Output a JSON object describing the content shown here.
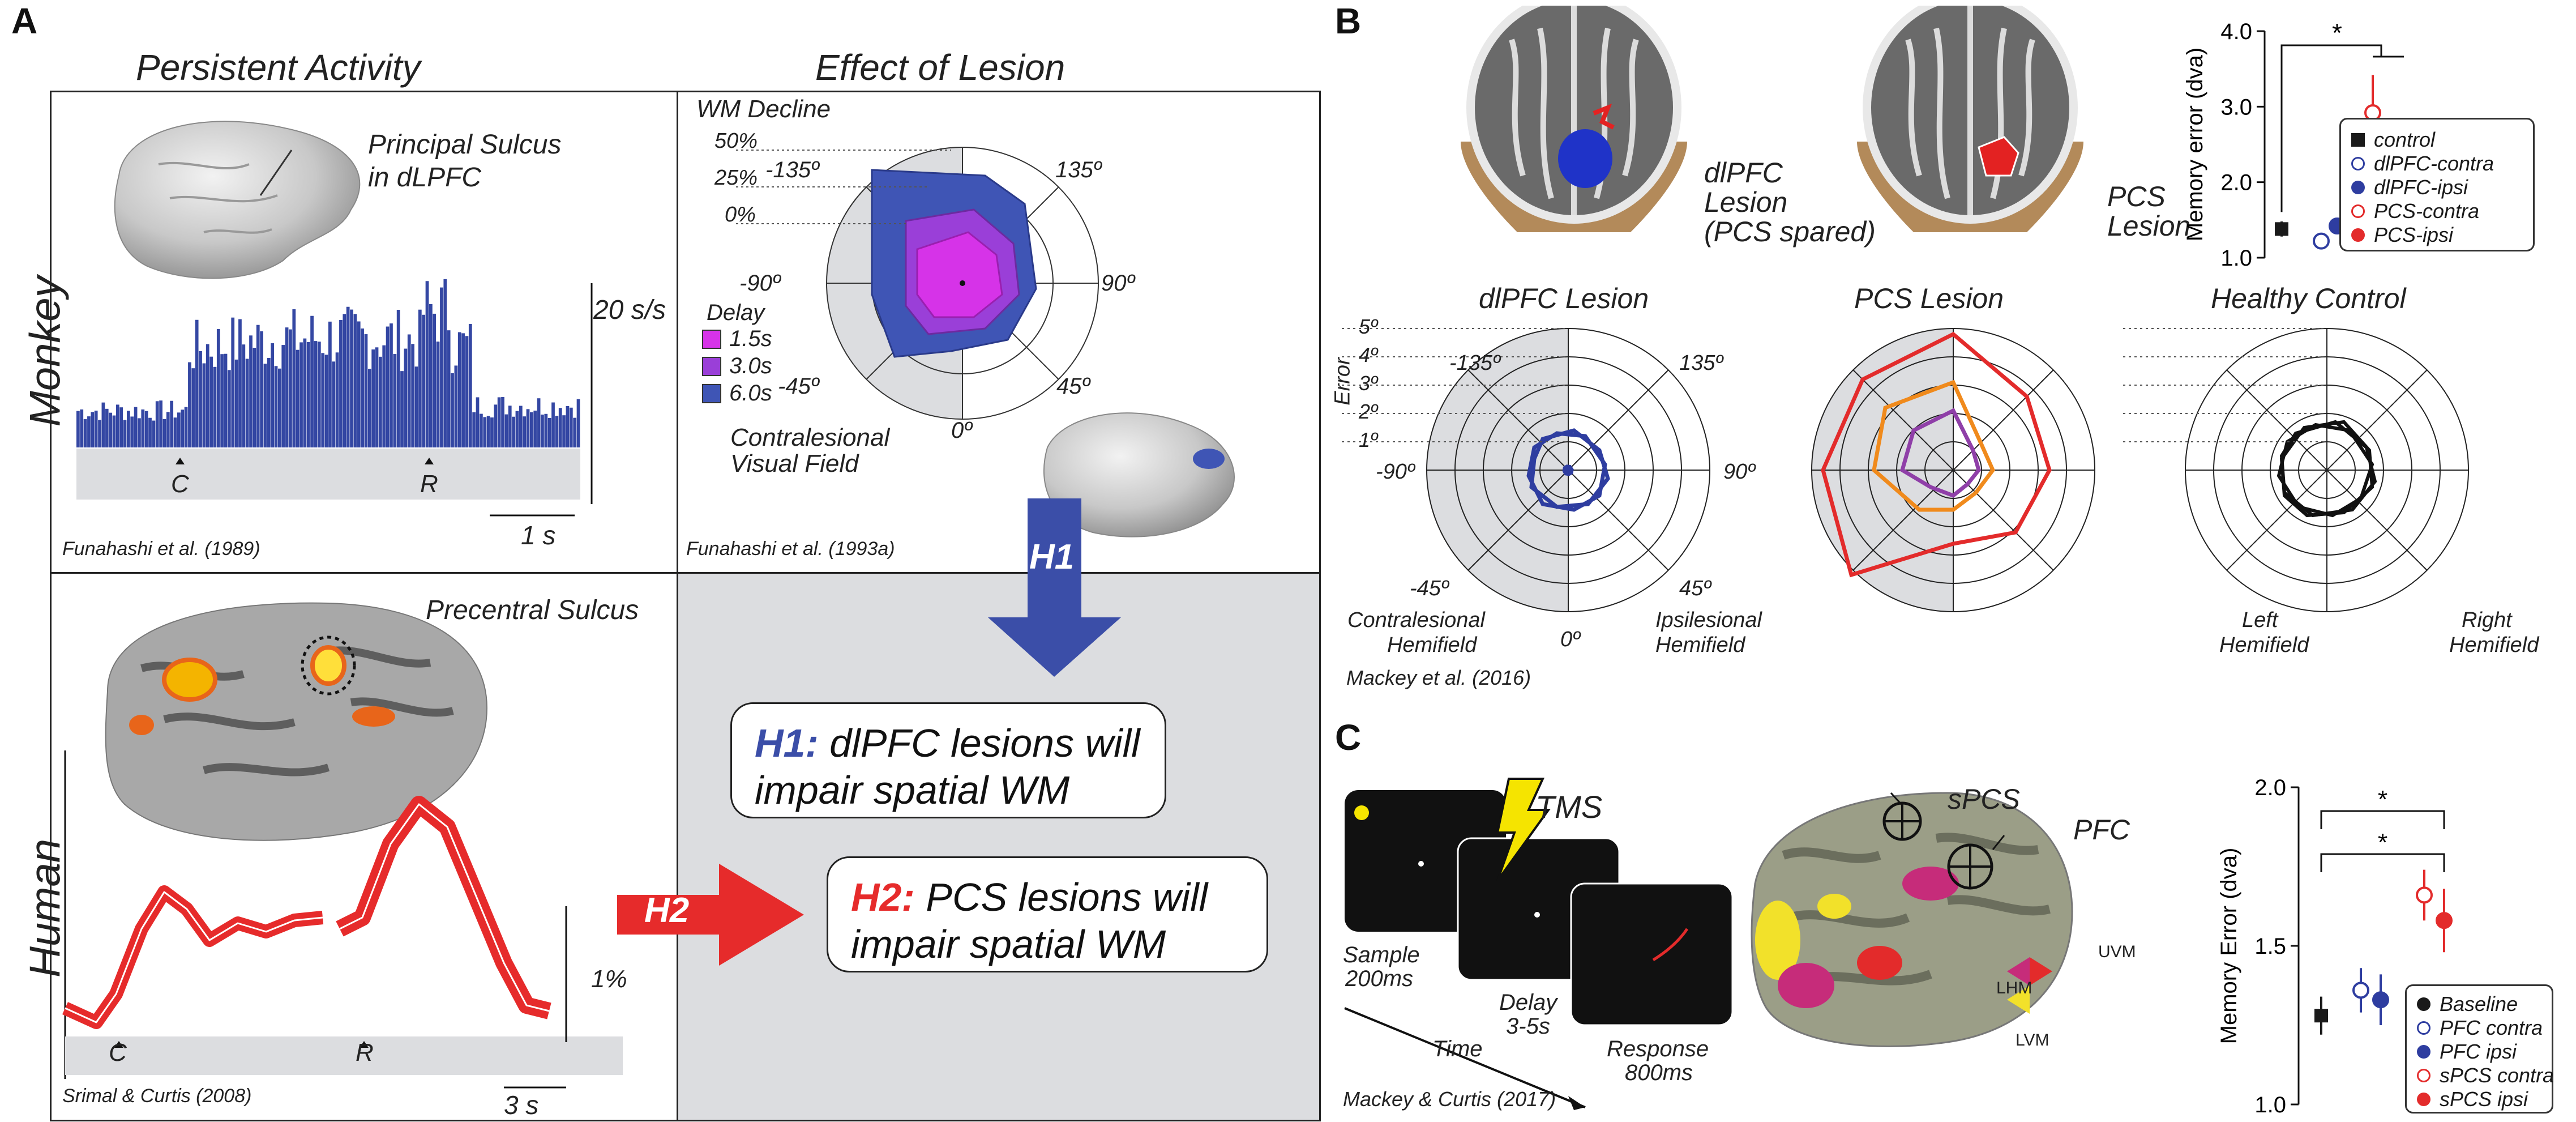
{
  "panel_labels": {
    "a": "A",
    "b": "B",
    "c": "C"
  },
  "panel_a": {
    "col_titles": {
      "persistent": "Persistent Activity",
      "lesion": "Effect of Lesion"
    },
    "row_titles": {
      "monkey": "Monkey",
      "human": "Human"
    },
    "monkey_hist": {
      "region_label_1": "Principal Sulcus",
      "region_label_2": "in dLPFC",
      "scale_label": "20 s/s",
      "marker_c": "C",
      "marker_r": "R",
      "time_scale": "1 s",
      "citation": "Funahashi et al. (1989)"
    },
    "monkey_polar": {
      "decline_title": "WM Decline",
      "pct_labels": [
        "50%",
        "25%",
        "0%"
      ],
      "angle_labels": {
        "a_neg135": "-135º",
        "a_135": "135º",
        "a_neg90": "-90º",
        "a_90": "90º",
        "a_neg45": "-45º",
        "a_45": "45º",
        "a_0": "0º"
      },
      "delay_title": "Delay",
      "delays": [
        {
          "label": "1.5s",
          "color": "#d633e8"
        },
        {
          "label": "3.0s",
          "color": "#9a3fd8"
        },
        {
          "label": "6.0s",
          "color": "#3f55b5"
        }
      ],
      "field_label_1": "Contralesional",
      "field_label_2": "Visual Field",
      "citation": "Funahashi et al. (1993a)"
    },
    "human_trace": {
      "region_label": "Precentral Sulcus",
      "scale_label": "1%",
      "marker_c": "C",
      "marker_r": "R",
      "time_scale": "3 s",
      "citation": "Srimal & Curtis (2008)"
    },
    "hypotheses": {
      "h1_arrow": "H1",
      "h2_arrow": "H2",
      "h1_tag": "H1:",
      "h1_text_1": "dlPFC lesions will",
      "h1_text_2": "impair spatial WM",
      "h2_tag": "H2:",
      "h2_text_1": "PCS lesions will",
      "h2_text_2": "impair spatial WM"
    }
  },
  "panel_b": {
    "brain_labels": {
      "dlpfc_1": "dlPFC",
      "dlpfc_2": "Lesion",
      "dlpfc_3": "(PCS spared)",
      "pcs_1": "PCS",
      "pcs_2": "Lesion"
    },
    "polar_titles": [
      "dlPFC Lesion",
      "PCS Lesion",
      "Healthy Control"
    ],
    "error_axis": {
      "title": "Error",
      "ticks": [
        "5º",
        "4º",
        "3º",
        "2º",
        "1º"
      ]
    },
    "angle_labels": {
      "a_neg135": "-135º",
      "a_135": "135º",
      "a_neg90": "-90º",
      "a_90": "90º",
      "a_neg45": "-45º",
      "a_45": "45º",
      "a_0": "0º"
    },
    "hemifield_labels": {
      "contra_1": "Contralesional",
      "contra_2": "Hemifield",
      "ipsi_1": "Ipsilesional",
      "ipsi_2": "Hemifield",
      "left_1": "Left",
      "left_2": "Hemifield",
      "right_1": "Right",
      "right_2": "Hemifield"
    },
    "citation": "Mackey et al. (2016)",
    "legend": [
      {
        "label": "control",
        "marker": "square",
        "color": "#1a1a1a",
        "filled": true
      },
      {
        "label": "dlPFC-contra",
        "marker": "circle",
        "color": "#2e3da0",
        "filled": false
      },
      {
        "label": "dlPFC-ipsi",
        "marker": "circle",
        "color": "#2e3da0",
        "filled": true
      },
      {
        "label": "PCS-contra",
        "marker": "circle",
        "color": "#e32b2b",
        "filled": false
      },
      {
        "label": "PCS-ipsi",
        "marker": "circle",
        "color": "#e32b2b",
        "filled": true
      }
    ],
    "significance": "*"
  },
  "panel_c": {
    "task_labels": {
      "tms": "TMS",
      "sample_1": "Sample",
      "sample_2": "200ms",
      "delay_1": "Delay",
      "delay_2": "3-5s",
      "response_1": "Response",
      "response_2": "800ms",
      "time": "Time"
    },
    "brain_labels": {
      "spcs": "sPCS",
      "pfc": "PFC",
      "uvm": "UVM",
      "lhm": "LHM",
      "lvm": "LVM"
    },
    "citation": "Mackey & Curtis (2017)",
    "legend": [
      {
        "label": "Baseline",
        "marker": "circle",
        "color": "#1a1a1a",
        "filled": true
      },
      {
        "label": "PFC contra",
        "marker": "circle",
        "color": "#2e3da0",
        "filled": false
      },
      {
        "label": "PFC ipsi",
        "marker": "circle",
        "color": "#2e3da0",
        "filled": true
      },
      {
        "label": "sPCS contra",
        "marker": "circle",
        "color": "#e32b2b",
        "filled": false
      },
      {
        "label": "sPCS ipsi",
        "marker": "circle",
        "color": "#e32b2b",
        "filled": true
      }
    ],
    "significance": [
      "*",
      "*"
    ]
  },
  "chart_data": [
    {
      "type": "scatter",
      "title": "",
      "ylabel": "Memory error (dva)",
      "ylim": [
        1.0,
        4.0
      ],
      "yticks": [
        "1.0",
        "2.0",
        "3.0",
        "4.0"
      ],
      "series": [
        {
          "name": "control",
          "x": [
            1
          ],
          "y": [
            1.38
          ],
          "err": [
            0.1
          ],
          "color": "#1a1a1a",
          "marker": "square",
          "filled": true
        },
        {
          "name": "dlPFC-contra",
          "x": [
            2
          ],
          "y": [
            1.22
          ],
          "err": [
            0.08
          ],
          "color": "#2e3da0",
          "marker": "circle",
          "filled": false
        },
        {
          "name": "dlPFC-ipsi",
          "x": [
            2.4
          ],
          "y": [
            1.42
          ],
          "err": [
            0.08
          ],
          "color": "#2e3da0",
          "marker": "circle",
          "filled": true
        },
        {
          "name": "PCS-contra",
          "x": [
            3.3
          ],
          "y": [
            2.92
          ],
          "err": [
            0.5
          ],
          "color": "#e32b2b",
          "marker": "circle",
          "filled": false
        },
        {
          "name": "PCS-ipsi",
          "x": [
            3.8
          ],
          "y": [
            1.98
          ],
          "err": [
            0.5
          ],
          "color": "#e32b2b",
          "marker": "circle",
          "filled": true
        }
      ]
    },
    {
      "type": "scatter",
      "title": "",
      "ylabel": "Memory Error (dva)",
      "ylim": [
        1.0,
        2.0
      ],
      "yticks": [
        "1.0",
        "1.5",
        "2.0"
      ],
      "series": [
        {
          "name": "Baseline",
          "x": [
            1
          ],
          "y": [
            1.28
          ],
          "err": [
            0.06
          ],
          "color": "#1a1a1a",
          "marker": "square",
          "filled": true
        },
        {
          "name": "PFC contra",
          "x": [
            2
          ],
          "y": [
            1.36
          ],
          "err": [
            0.07
          ],
          "color": "#2e3da0",
          "marker": "circle",
          "filled": false
        },
        {
          "name": "PFC ipsi",
          "x": [
            2.5
          ],
          "y": [
            1.33
          ],
          "err": [
            0.08
          ],
          "color": "#2e3da0",
          "marker": "circle",
          "filled": true
        },
        {
          "name": "sPCS contra",
          "x": [
            3.6
          ],
          "y": [
            1.66
          ],
          "err": [
            0.08
          ],
          "color": "#e32b2b",
          "marker": "circle",
          "filled": false
        },
        {
          "name": "sPCS ipsi",
          "x": [
            4.1
          ],
          "y": [
            1.58
          ],
          "err": [
            0.1
          ],
          "color": "#e32b2b",
          "marker": "circle",
          "filled": true
        }
      ]
    }
  ]
}
